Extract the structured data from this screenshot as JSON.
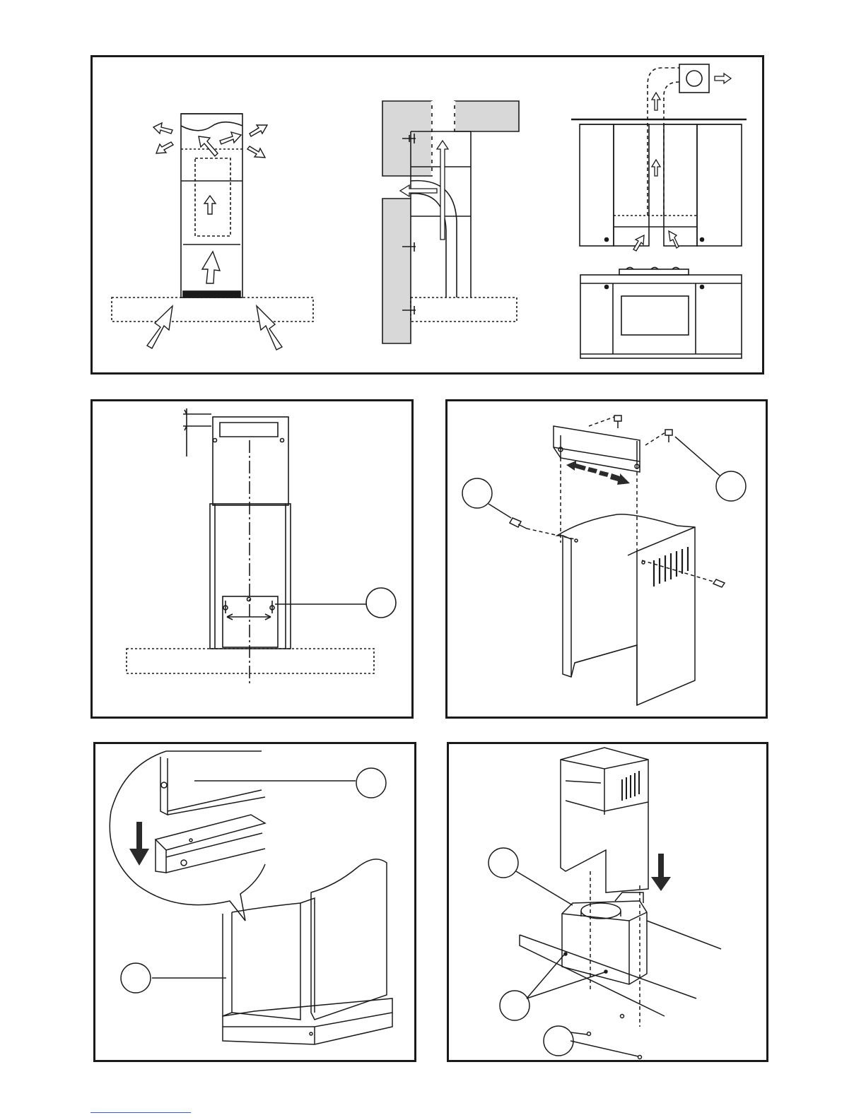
{
  "panels": [
    {
      "id": "p1",
      "caption": ""
    },
    {
      "id": "p2",
      "caption": ""
    },
    {
      "id": "p3",
      "caption": ""
    },
    {
      "id": "p4",
      "caption": ""
    },
    {
      "id": "p5",
      "caption": ""
    }
  ],
  "callouts": {
    "p2_bracket": "",
    "p3_left_screw": "",
    "p3_right_screw": "",
    "p4_detail": "",
    "p4_chimney": "",
    "p5_motor": "",
    "p5_holes": "",
    "p5_screws": ""
  },
  "colors": {
    "line": "#1a1a1a",
    "wall": "#d8d8d8",
    "arrow_fill": "#ffffff",
    "solid_arrow": "#2a2a2a"
  }
}
